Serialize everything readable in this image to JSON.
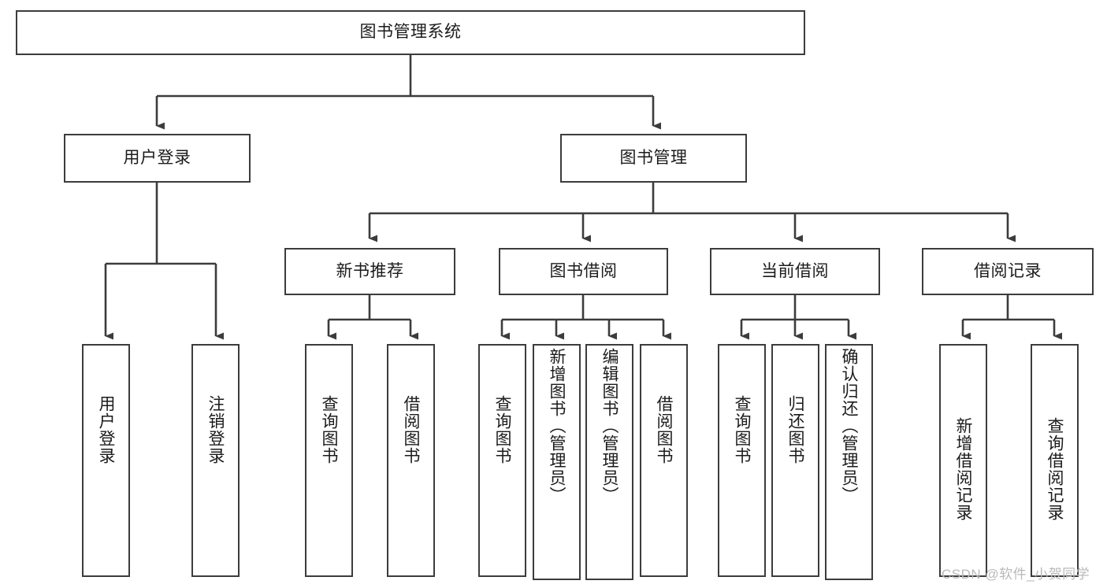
{
  "diagram": {
    "title": "图书管理系统",
    "type": "功能结构图",
    "watermark": "CSDN @软件_小贺同学",
    "colors": {
      "background": "#ffffff",
      "node_border": "#3c3c3c",
      "node_fill": "#ffffff",
      "edge": "#3c3c3c",
      "text": "#1b1b1b",
      "watermark": "#b9b9b9"
    },
    "levels": {
      "root": {
        "label": "图书管理系统"
      },
      "level2": [
        {
          "id": "user-login",
          "label": "用户登录"
        },
        {
          "id": "book-management",
          "label": "图书管理"
        }
      ],
      "level3": [
        {
          "id": "new-book-recommend",
          "label": "新书推荐"
        },
        {
          "id": "book-borrow",
          "label": "图书借阅"
        },
        {
          "id": "current-borrow",
          "label": "当前借阅"
        },
        {
          "id": "borrow-record",
          "label": "借阅记录"
        }
      ],
      "leaves": {
        "user-login": [
          {
            "id": "leaf-user-login",
            "label": "用户登录"
          },
          {
            "id": "leaf-logout-login",
            "label": "注销登录"
          }
        ],
        "new-book-recommend": [
          {
            "id": "leaf-query-book-1",
            "label": "查询图书"
          },
          {
            "id": "leaf-borrow-book-1",
            "label": "借阅图书"
          }
        ],
        "book-borrow": [
          {
            "id": "leaf-query-book-2",
            "label": "查询图书"
          },
          {
            "id": "leaf-add-book-admin",
            "label": "新增图书（管理员）"
          },
          {
            "id": "leaf-edit-book-admin",
            "label": "编辑图书（管理员）"
          },
          {
            "id": "leaf-borrow-book-2",
            "label": "借阅图书"
          }
        ],
        "current-borrow": [
          {
            "id": "leaf-query-book-3",
            "label": "查询图书"
          },
          {
            "id": "leaf-return-book",
            "label": "归还图书"
          },
          {
            "id": "leaf-confirm-return-admin",
            "label": "确认归还（管理员）"
          }
        ],
        "borrow-record": [
          {
            "id": "leaf-add-borrow-record",
            "label": "新增借阅记录"
          },
          {
            "id": "leaf-query-borrow-record",
            "label": "查询借阅记录"
          }
        ]
      }
    }
  }
}
